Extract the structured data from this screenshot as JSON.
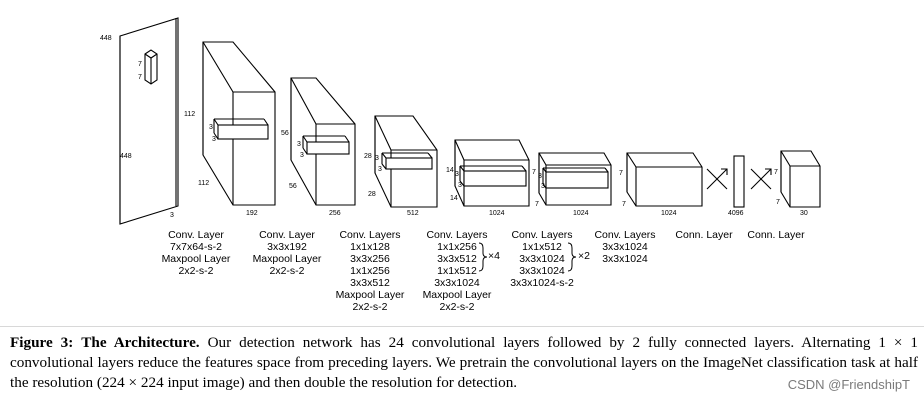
{
  "dims": {
    "input": [
      "448",
      "448",
      "3"
    ],
    "in_kernel": [
      "7",
      "7"
    ],
    "b1": [
      "112",
      "112",
      "192"
    ],
    "b1_kernel": [
      "3",
      "3"
    ],
    "b2": [
      "56",
      "56",
      "256"
    ],
    "b2_kernel": [
      "3",
      "3"
    ],
    "b3": [
      "28",
      "28",
      "512"
    ],
    "b3_kernel": [
      "3",
      "3"
    ],
    "b4": [
      "14",
      "14",
      "1024"
    ],
    "b4_kernel": [
      "3",
      "3"
    ],
    "b5": [
      "7",
      "7",
      "1024"
    ],
    "b5_kernel": [
      "3",
      "3"
    ],
    "b6": [
      "7",
      "7",
      "1024"
    ],
    "fc1": "4096",
    "out": [
      "7",
      "7",
      "30"
    ]
  },
  "layers": [
    {
      "lines": [
        "Conv. Layer",
        "7x7x64-s-2",
        "Maxpool Layer",
        "2x2-s-2"
      ]
    },
    {
      "lines": [
        "Conv. Layer",
        "3x3x192",
        "Maxpool Layer",
        "2x2-s-2"
      ]
    },
    {
      "lines": [
        "Conv. Layers",
        "1x1x128",
        "3x3x256",
        "1x1x256",
        "3x3x512",
        "Maxpool Layer",
        "2x2-s-2"
      ]
    },
    {
      "lines": [
        "Conv. Layers",
        "1x1x256",
        "3x3x512",
        "1x1x512",
        "3x3x1024",
        "Maxpool Layer",
        "2x2-s-2"
      ],
      "repeat": "×4"
    },
    {
      "lines": [
        "Conv. Layers",
        "1x1x512",
        "3x3x1024",
        "3x3x1024",
        "3x3x1024-s-2"
      ],
      "repeat": "×2"
    },
    {
      "lines": [
        "Conv. Layers",
        "3x3x1024",
        "3x3x1024"
      ]
    },
    {
      "lines": [
        "Conn. Layer"
      ]
    },
    {
      "lines": [
        "Conn. Layer"
      ]
    }
  ],
  "caption": {
    "label": "Figure 3:",
    "title": "The Architecture.",
    "text": "Our detection network has 24 convolutional layers followed by 2 fully connected layers. Alternating 1 × 1 convolutional layers reduce the features space from preceding layers. We pretrain the convolutional layers on the ImageNet classification task at half the resolution (224 × 224 input image) and then double the resolution for detection."
  },
  "watermark": "CSDN @FriendshipT"
}
